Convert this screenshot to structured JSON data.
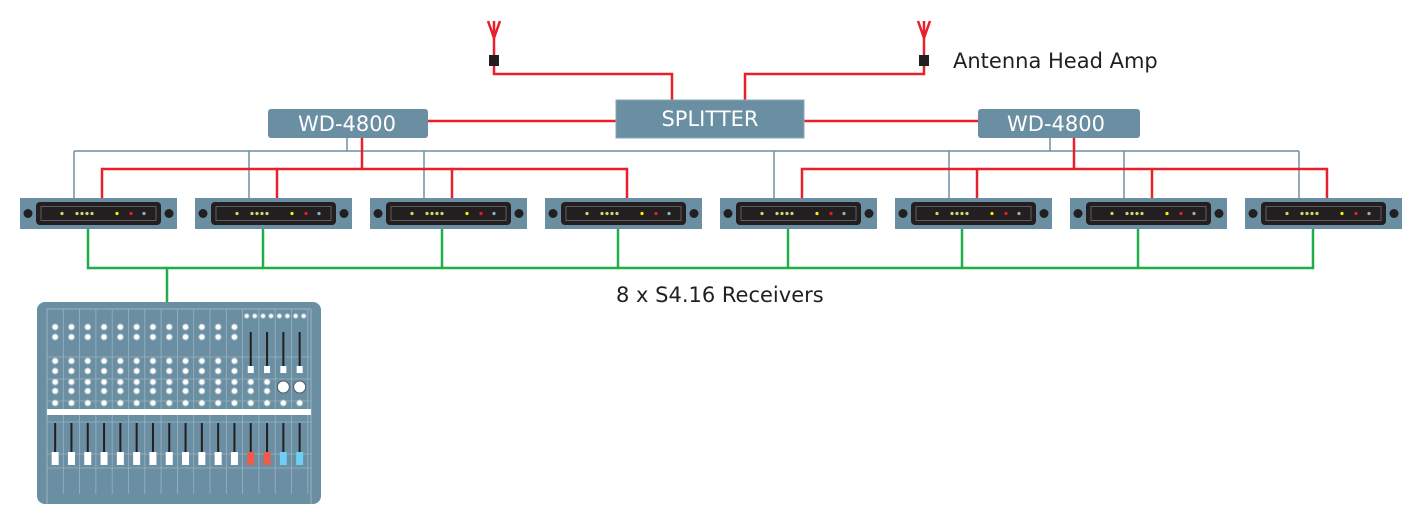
{
  "labels": {
    "antenna_head_amp": "Antenna Head Amp",
    "splitter": "SPLITTER",
    "distributor_left": "WD-4800",
    "distributor_right": "WD-4800",
    "receivers_caption": "8 x S4.16 Receivers"
  },
  "colors": {
    "rf_cable": "#e8202a",
    "control_cable": "#6f8fa2",
    "audio_cable": "#1fae48",
    "device_body": "#6a8ea2",
    "receiver_panel": "#231f20",
    "led_green": "#c6df6e",
    "led_yellow": "#fff200",
    "led_red": "#ed1c24",
    "led_blue": "#8fb3c8",
    "head_amp": "#231f20",
    "fader_cap_white": "#ffffff",
    "fader_cap_red": "#f15a4a",
    "fader_cap_blue": "#6dcff6"
  },
  "components": {
    "antennas": [
      {
        "name": "antenna-left",
        "has_head_amp": true
      },
      {
        "name": "antenna-right",
        "has_head_amp": true
      }
    ],
    "splitter": {
      "label_ref": "splitter"
    },
    "distributors": [
      {
        "name": "wd-4800-left",
        "feeds_receivers": [
          1,
          2,
          3,
          4
        ]
      },
      {
        "name": "wd-4800-right",
        "feeds_receivers": [
          5,
          6,
          7,
          8
        ]
      }
    ],
    "receivers": [
      {
        "index": 1,
        "leds": [
          "green",
          "green",
          "green",
          "green",
          "green",
          "yellow",
          "red",
          "blue"
        ]
      },
      {
        "index": 2,
        "leds": [
          "green",
          "green",
          "green",
          "green",
          "green",
          "yellow",
          "red",
          "blue"
        ]
      },
      {
        "index": 3,
        "leds": [
          "green",
          "green",
          "green",
          "green",
          "green",
          "yellow",
          "red",
          "blue"
        ]
      },
      {
        "index": 4,
        "leds": [
          "green",
          "green",
          "green",
          "green",
          "green",
          "yellow",
          "red",
          "blue"
        ]
      },
      {
        "index": 5,
        "leds": [
          "green",
          "green",
          "green",
          "green",
          "green",
          "yellow",
          "red",
          "blue"
        ]
      },
      {
        "index": 6,
        "leds": [
          "green",
          "green",
          "green",
          "green",
          "green",
          "yellow",
          "red",
          "blue"
        ]
      },
      {
        "index": 7,
        "leds": [
          "green",
          "green",
          "green",
          "green",
          "green",
          "yellow",
          "red",
          "blue"
        ]
      },
      {
        "index": 8,
        "leds": [
          "green",
          "green",
          "green",
          "green",
          "green",
          "yellow",
          "red",
          "blue"
        ]
      }
    ],
    "control_bus_receivers": [
      1,
      2,
      3,
      5,
      6,
      7,
      8
    ],
    "mixer": {
      "mono_channels": 12,
      "master_sections": 4,
      "master_fader_caps": [
        "red",
        "red",
        "blue",
        "blue"
      ]
    }
  }
}
